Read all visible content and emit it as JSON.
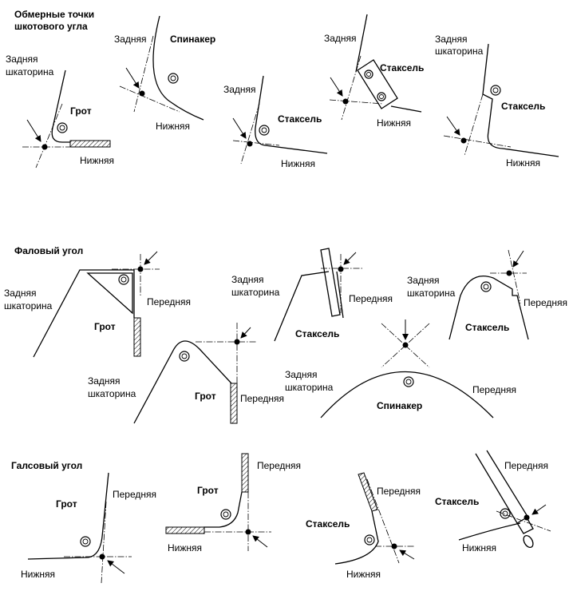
{
  "sections": {
    "clew": "Обмерные точки\nшкотового угла",
    "head": "Фаловый угол",
    "tack": "Галсовый угол"
  },
  "labels": {
    "zadnyaya": "Задняя",
    "shkatorina": "шкаторина",
    "nizhnyaya": "Нижняя",
    "perednyaya": "Передняя",
    "grot": "Грот",
    "spinnaker": "Спинакер",
    "staksel": "Стаксель"
  }
}
